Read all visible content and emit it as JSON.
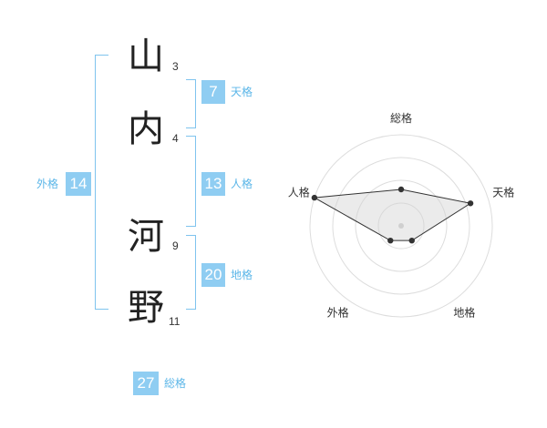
{
  "name": {
    "chars": [
      {
        "char": "山",
        "strokes": "3"
      },
      {
        "char": "内",
        "strokes": "4"
      },
      {
        "char": "河",
        "strokes": "9"
      },
      {
        "char": "野",
        "strokes": "11"
      }
    ]
  },
  "kaku": {
    "tenkaku": {
      "value": "7",
      "label": "天格"
    },
    "jinkaku": {
      "value": "13",
      "label": "人格"
    },
    "chikaku": {
      "value": "20",
      "label": "地格"
    },
    "gaikaku": {
      "value": "14",
      "label": "外格"
    },
    "soukaku": {
      "value": "27",
      "label": "総格"
    }
  },
  "chart_data": {
    "type": "radar",
    "axes": [
      "総格",
      "天格",
      "地格",
      "外格",
      "人格"
    ],
    "values": [
      2,
      4,
      1,
      1,
      5
    ],
    "max": 5,
    "rings": 4
  }
}
